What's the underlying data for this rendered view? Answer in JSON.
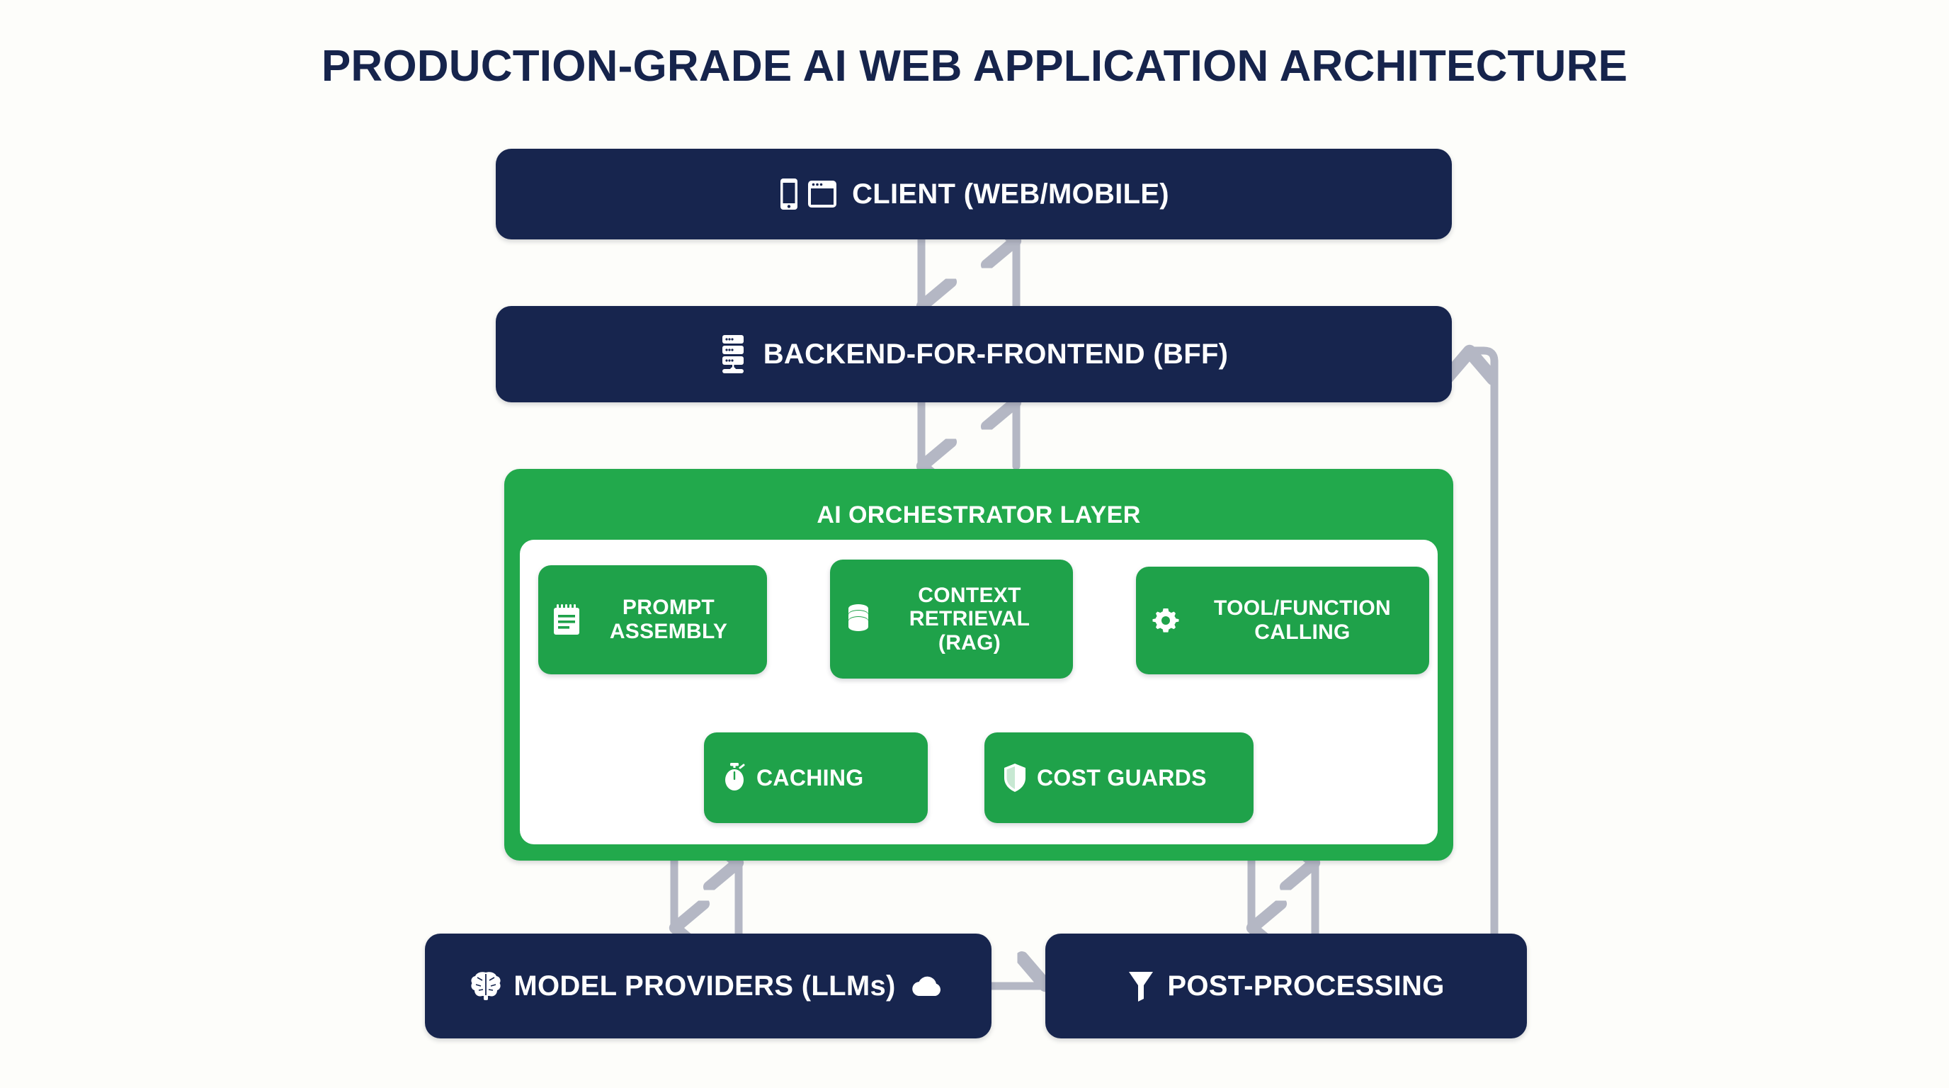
{
  "title": "PRODUCTION-GRADE AI WEB APPLICATION ARCHITECTURE",
  "colors": {
    "background": "#fdfdfa",
    "dark_navy": "#17254e",
    "green": "#22a94c",
    "green_box": "#1fa24a",
    "connector_gray": "#b4b7c4",
    "title_navy": "#16244c",
    "white": "#ffffff"
  },
  "nodes": {
    "client": {
      "label": "CLIENT (WEB/MOBILE)",
      "icons": [
        "mobile-phone-icon",
        "browser-window-icon"
      ],
      "style": "dark"
    },
    "bff": {
      "label": "BACKEND-FOR-FRONTEND (BFF)",
      "icons": [
        "server-stack-icon"
      ],
      "style": "dark"
    },
    "orchestrator": {
      "label": "AI ORCHESTRATOR LAYER",
      "style": "green"
    },
    "prompt_assembly": {
      "label": "PROMPT ASSEMBLY",
      "icons": [
        "notepad-icon"
      ],
      "style": "green-box"
    },
    "context_retrieval": {
      "label": "CONTEXT RETRIEVAL (RAG)",
      "icons": [
        "database-icon"
      ],
      "style": "green-box"
    },
    "tool_calling": {
      "label": "TOOL/FUNCTION CALLING",
      "icons": [
        "gear-icon"
      ],
      "style": "green-box"
    },
    "caching": {
      "label": "CACHING",
      "icons": [
        "stopwatch-icon"
      ],
      "style": "green-box"
    },
    "cost_guards": {
      "label": "COST GUARDS",
      "icons": [
        "shield-icon"
      ],
      "style": "green-box"
    },
    "model_providers": {
      "label": "MODEL PROVIDERS (LLMs)",
      "icons": [
        "brain-icon",
        "cloud-icon"
      ],
      "style": "dark"
    },
    "post_processing": {
      "label": "POST-PROCESSING",
      "icons": [
        "funnel-icon"
      ],
      "style": "dark"
    }
  },
  "connections": [
    {
      "from": "client",
      "to": "bff",
      "direction": "down"
    },
    {
      "from": "bff",
      "to": "client",
      "direction": "up"
    },
    {
      "from": "bff",
      "to": "orchestrator",
      "direction": "down"
    },
    {
      "from": "orchestrator",
      "to": "bff",
      "direction": "up"
    },
    {
      "from": "prompt_assembly",
      "to": "context_retrieval",
      "direction": "right"
    },
    {
      "from": "context_retrieval",
      "to": "tool_calling",
      "direction": "right"
    },
    {
      "from": "tool_calling",
      "to": "caching",
      "direction": "loop-back-left"
    },
    {
      "from": "caching",
      "to": "cost_guards",
      "direction": "right"
    },
    {
      "from": "orchestrator",
      "to": "model_providers",
      "direction": "down"
    },
    {
      "from": "model_providers",
      "to": "orchestrator",
      "direction": "up"
    },
    {
      "from": "orchestrator",
      "to": "post_processing",
      "direction": "down"
    },
    {
      "from": "post_processing",
      "to": "orchestrator",
      "direction": "up"
    },
    {
      "from": "model_providers",
      "to": "post_processing",
      "direction": "right"
    },
    {
      "from": "post_processing",
      "to": "bff",
      "direction": "feedback-loop-right"
    }
  ]
}
